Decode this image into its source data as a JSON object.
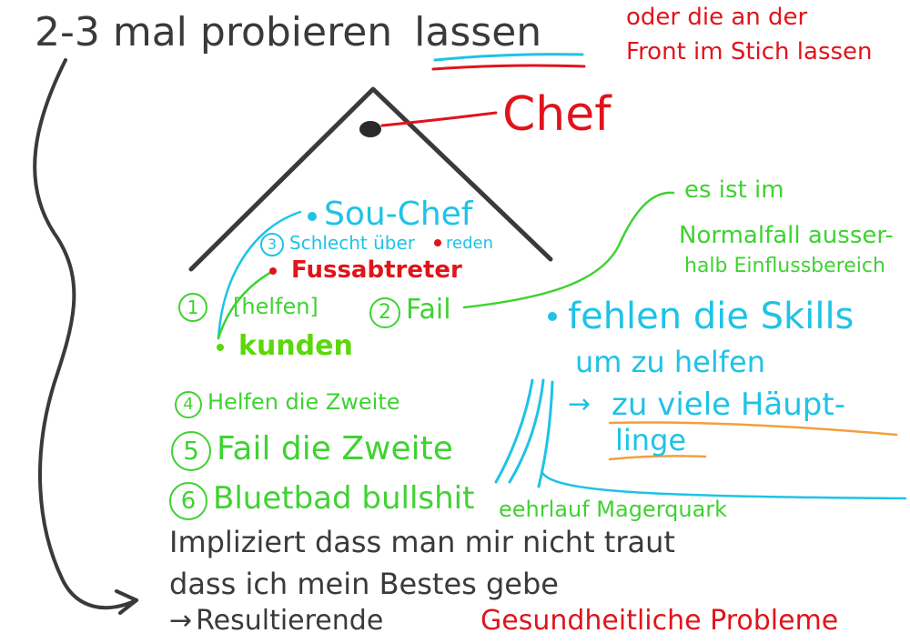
{
  "title": {
    "prefix": "2-3 mal probieren",
    "emphasis": "lassen"
  },
  "note_top_right": {
    "line1": "oder die an der",
    "line2": "Front im Stich lassen"
  },
  "pyramid": {
    "chef": "Chef",
    "sou_chef": "Sou-Chef",
    "schlecht_ueber": "Schlecht über",
    "reden": "reden",
    "fussabtreter": "Fussabtreter",
    "kunden": "kunden"
  },
  "steps": {
    "step1_num": "1",
    "step1_text": "[helfen]",
    "step2_num": "2",
    "step2_text": "Fail",
    "step3_num": "3",
    "step4_num": "4",
    "step4_text": "Helfen die Zweite",
    "step5_num": "5",
    "step5_text": "Fail die Zweite",
    "step6_num": "6",
    "step6_text": "Bluetbad bullshit",
    "leerlauf": "eehrlauf Magerquark"
  },
  "outside": {
    "line1": "es ist im",
    "line2": "Normalfall ausser-",
    "line3": "halb Einflussbereich"
  },
  "skills": {
    "line1": "fehlen die Skills",
    "line2": "um zu helfen",
    "arrow": "→",
    "line3": "zu viele Häupt-",
    "line4": "linge"
  },
  "bottom": {
    "line1": "Impliziert dass man mir nicht traut",
    "line2": "dass ich mein Bestes gebe",
    "line3_arrow": "→",
    "line3": "Resultierende",
    "problems": "Gesundheitliche Probleme"
  },
  "colors": {
    "dark": "#3a3a3a",
    "red": "#e0141b",
    "cyan": "#1ec3e6",
    "green": "#3fd232",
    "lime": "#5ad80a",
    "orange": "#f2a03c"
  }
}
